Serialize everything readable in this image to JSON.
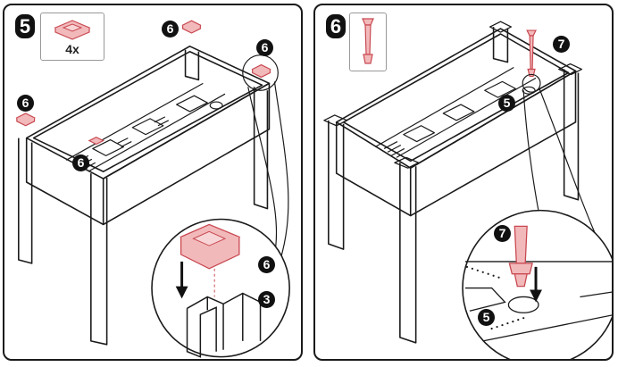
{
  "step5": {
    "number": "5",
    "part_quantity": "4x",
    "callouts": {
      "cap": "6",
      "leg": "3"
    }
  },
  "step6": {
    "number": "6",
    "callouts": {
      "pin": "7",
      "tray": "5"
    }
  },
  "colors": {
    "highlight": "#f2b9bb",
    "highlight_stroke": "#c84850",
    "line": "#1a1a1a",
    "guide": "#c84850"
  }
}
